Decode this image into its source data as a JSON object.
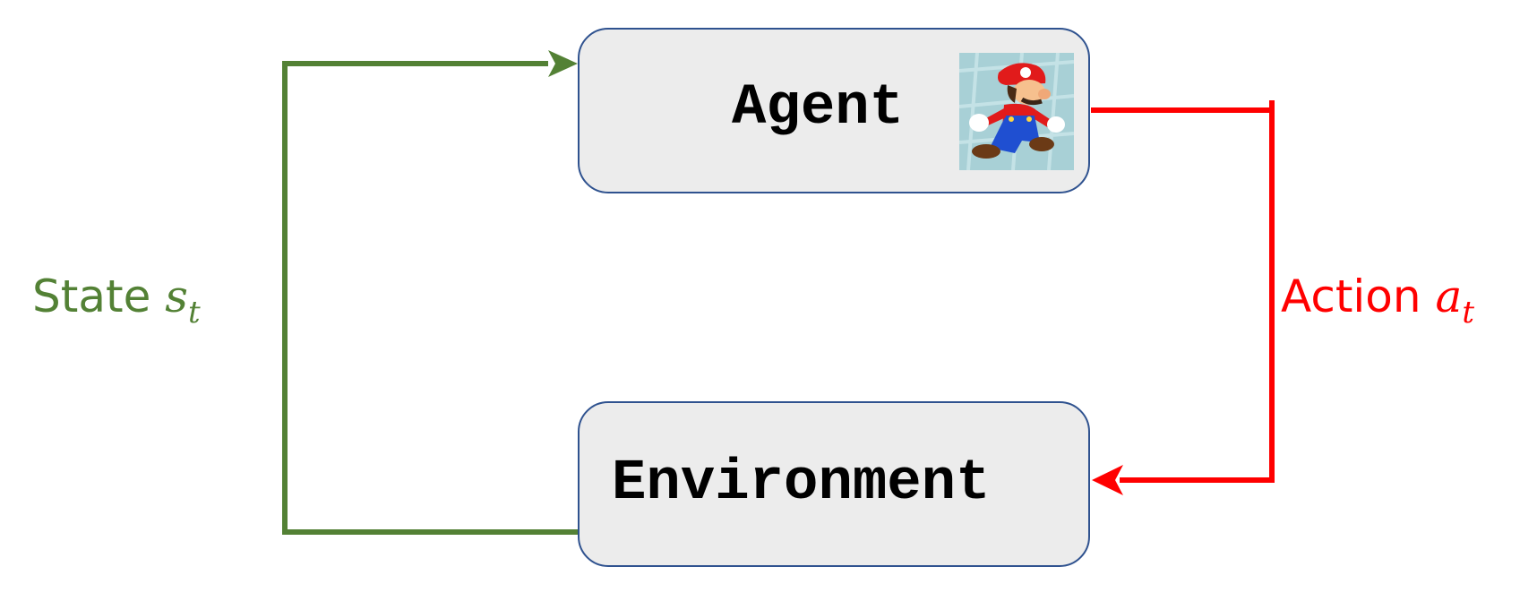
{
  "diagram": {
    "agent": {
      "label": "Agent",
      "icon": "mario-icon"
    },
    "environment": {
      "label": "Environment"
    },
    "state": {
      "label": "State",
      "var": "s",
      "sub": "t",
      "color": "#538135"
    },
    "action": {
      "label": "Action",
      "var": "a",
      "sub": "t",
      "color": "#ff0000"
    },
    "box_fill": "#ececec",
    "box_border": "#2f528f"
  }
}
